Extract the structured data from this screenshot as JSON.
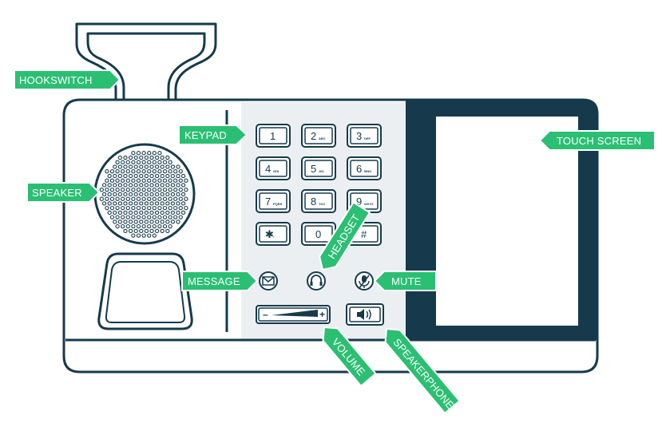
{
  "colors": {
    "outline": "#163a4c",
    "label_green": "#2bbf73",
    "panel_gray": "#eceff2",
    "screen_dark": "#163a4c",
    "background": "#ffffff"
  },
  "labels": {
    "hookswitch": "HOOKSWITCH",
    "keypad": "KEYPAD",
    "speaker": "SPEAKER",
    "touch_screen": "TOUCH SCREEN",
    "message": "MESSAGE",
    "headset": "HEADSET",
    "mute": "MUTE",
    "volume": "VOLUME",
    "speakerphone": "SPEAKERPHONE"
  },
  "keypad": {
    "keys": [
      {
        "num": "1",
        "sub": ""
      },
      {
        "num": "2",
        "sub": "ABC"
      },
      {
        "num": "3",
        "sub": "DEF"
      },
      {
        "num": "4",
        "sub": "GHI"
      },
      {
        "num": "5",
        "sub": "JKL"
      },
      {
        "num": "6",
        "sub": "MNO"
      },
      {
        "num": "7",
        "sub": "PQRS"
      },
      {
        "num": "8",
        "sub": "TUV"
      },
      {
        "num": "9",
        "sub": "WXYZ"
      },
      {
        "num": "✱",
        "sub": "•"
      },
      {
        "num": "0",
        "sub": ""
      },
      {
        "num": "#",
        "sub": ""
      }
    ]
  },
  "volume": {
    "minus": "–",
    "plus": "+"
  },
  "icons": {
    "message": "envelope-icon",
    "headset": "headset-icon",
    "mute": "microphone-mute-icon",
    "speakerphone": "speaker-volume-icon"
  }
}
